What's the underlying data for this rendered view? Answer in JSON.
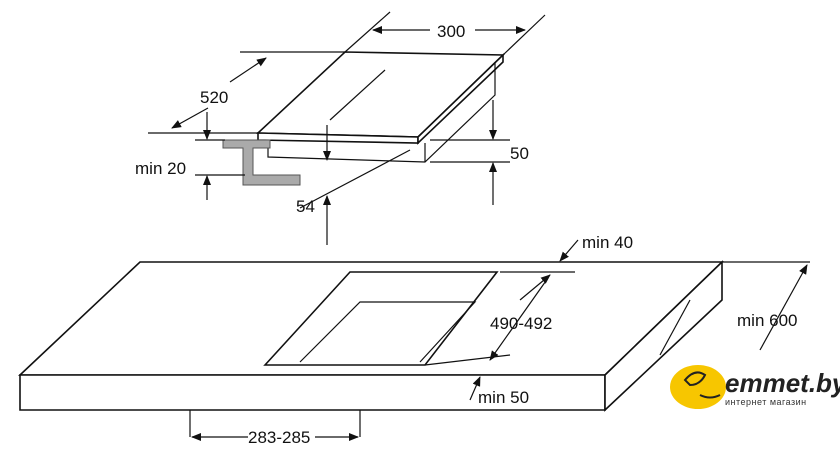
{
  "labels": {
    "hob_width": "300",
    "hob_depth": "520",
    "min_20": "min 20",
    "hob_height": "50",
    "depth_54": "54",
    "min_40": "min 40",
    "cutout_depth": "490-492",
    "min_600": "min 600",
    "min_50": "min 50",
    "cutout_width": "283-285"
  },
  "logo": {
    "name": "emmet.by",
    "tagline": "интернет магазин",
    "color": "#f7c600"
  }
}
